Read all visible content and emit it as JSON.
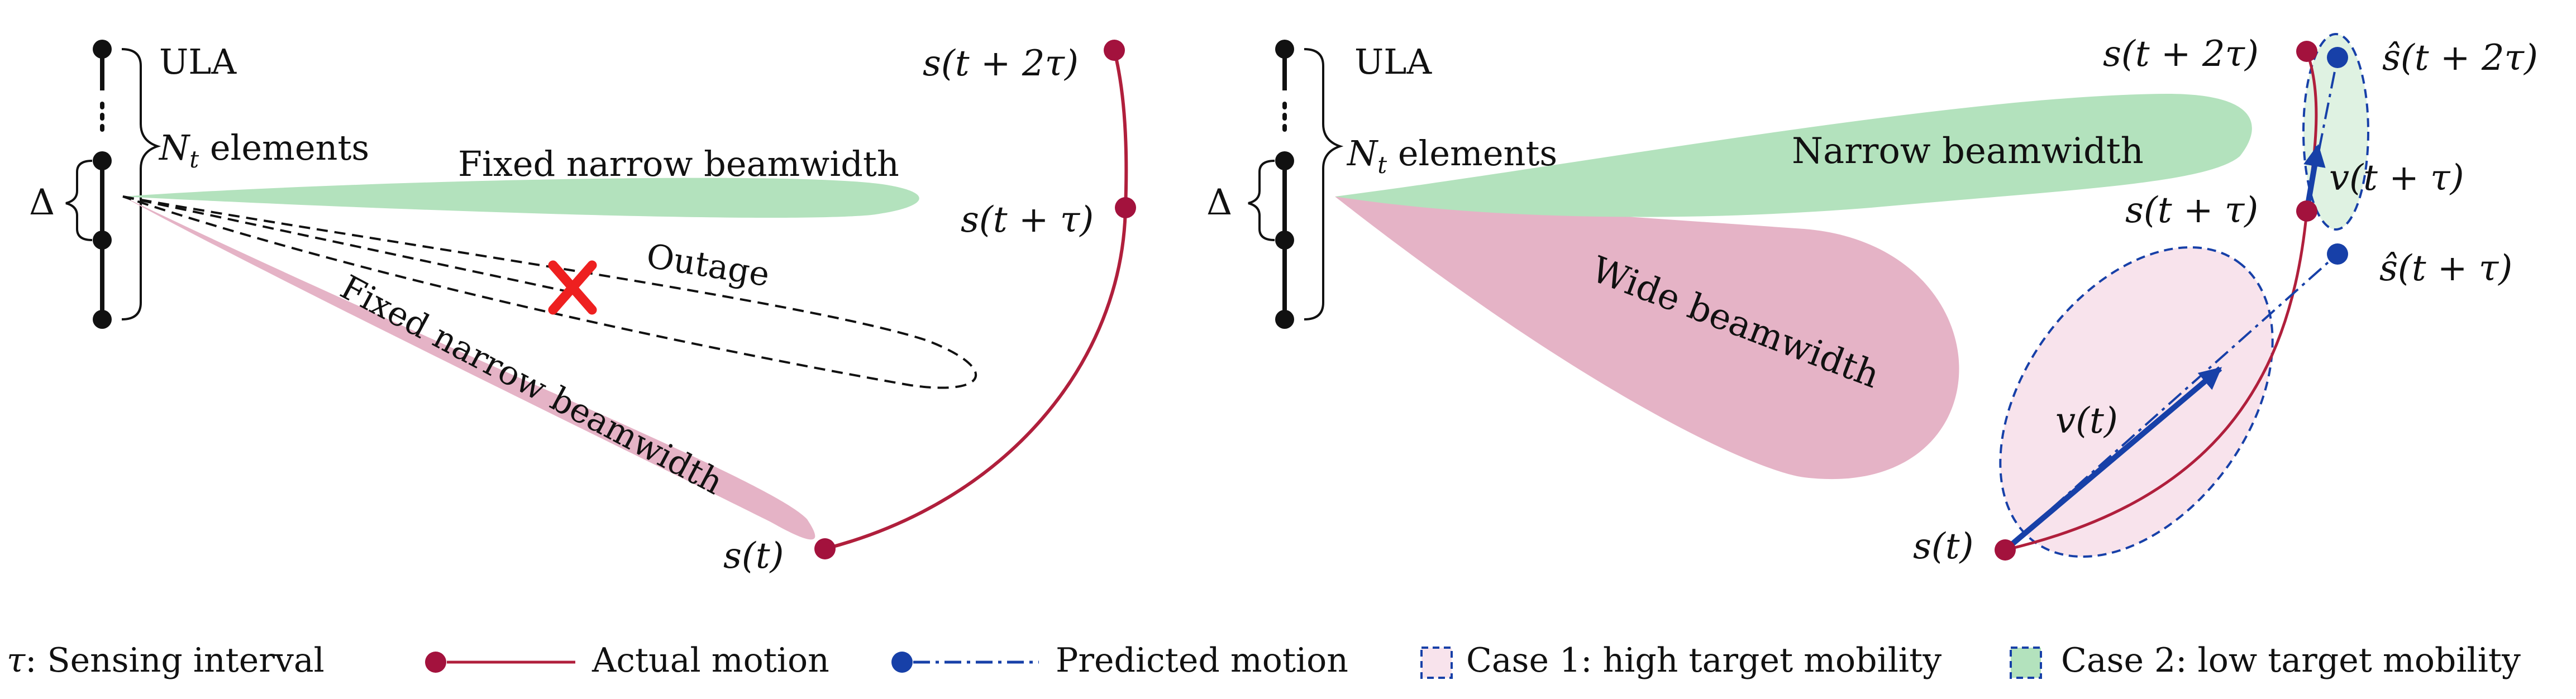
{
  "colors": {
    "green_fill": "#b3e2bd",
    "green_light": "#dff2e2",
    "pink_fill": "#e5b3c6",
    "pink_light": "#f8e3ec",
    "actual_motion": "#b01f3c",
    "actual_dot": "#a3123d",
    "predicted": "#1740a8",
    "outage_x": "#ee2020",
    "ink": "#111111"
  },
  "left_panel": {
    "array_label": "ULA",
    "elements_label": "N",
    "elements_sub": "t",
    "elements_suffix": " elements",
    "spacing_label": "Δ",
    "beam_top_label": "Fixed narrow beamwidth",
    "beam_bottom_label": "Fixed narrow beamwidth",
    "outage_label": "Outage",
    "pos_t": "s(t)",
    "pos_t_tau": "s(t + τ)",
    "pos_t_2tau": "s(t + 2τ)"
  },
  "right_panel": {
    "array_label": "ULA",
    "elements_label": "N",
    "elements_sub": "t",
    "elements_suffix": " elements",
    "spacing_label": "Δ",
    "narrow_label": "Narrow beamwidth",
    "wide_label": "Wide beamwidth",
    "pos_t": "s(t)",
    "pos_t_tau": "s(t + τ)",
    "pos_t_2tau": "s(t + 2τ)",
    "pred_t_tau": "ŝ(t + τ)",
    "pred_t_2tau": "ŝ(t + 2τ)",
    "vel_t": "v(t)",
    "vel_t_tau": "v(t + τ)"
  },
  "legend": {
    "tau_symbol": "τ",
    "tau_text": ": Sensing interval",
    "actual": "Actual motion",
    "predicted": "Predicted motion",
    "case1": "Case 1: high target mobility",
    "case2": "Case 2: low target mobility"
  }
}
